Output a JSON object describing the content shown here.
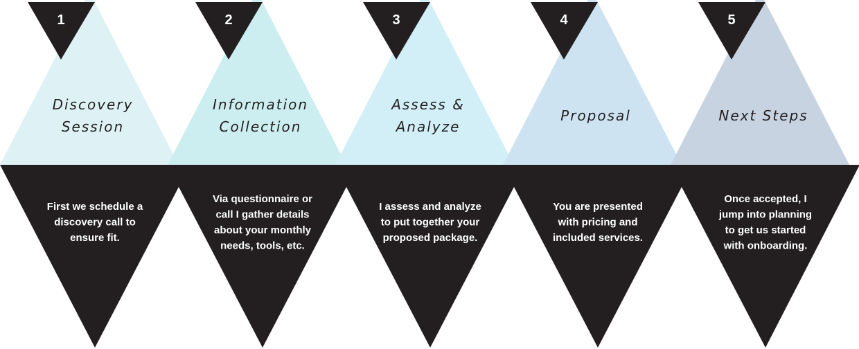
{
  "colors": {
    "dark": "#231f20",
    "step_fills": [
      "#def2f5",
      "#cdeef0",
      "#d2eff8",
      "#cde3f2",
      "#c8d3e2"
    ]
  },
  "steps": [
    {
      "number": "1",
      "title": [
        "Discovery",
        "Session"
      ],
      "description": [
        "First we schedule a",
        "discovery call to",
        "ensure fit."
      ]
    },
    {
      "number": "2",
      "title": [
        "Information",
        "Collection"
      ],
      "description": [
        "Via questionnaire or",
        "call I gather details",
        "about your monthly",
        "needs, tools, etc."
      ]
    },
    {
      "number": "3",
      "title": [
        "Assess &",
        "Analyze"
      ],
      "description": [
        "I assess and analyze",
        "to put together your",
        "proposed package."
      ]
    },
    {
      "number": "4",
      "title": [
        "Proposal"
      ],
      "description": [
        "You are presented",
        "with pricing and",
        "included services."
      ]
    },
    {
      "number": "5",
      "title": [
        "Next Steps"
      ],
      "description": [
        "Once accepted, I",
        "jump into planning",
        "to get us started",
        "with onboarding."
      ]
    }
  ]
}
